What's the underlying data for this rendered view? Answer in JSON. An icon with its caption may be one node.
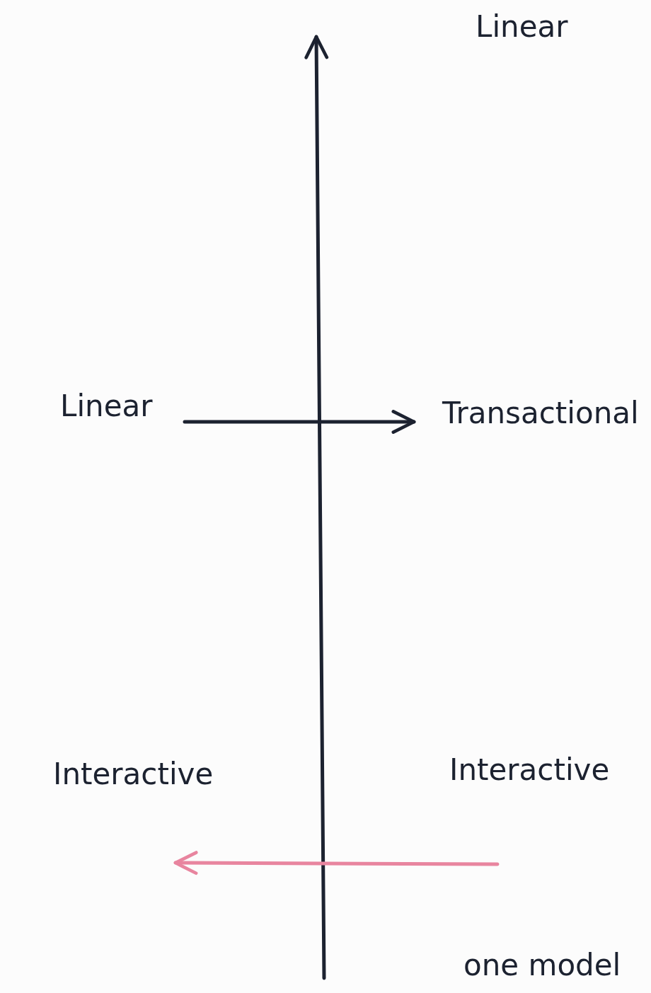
{
  "diagram": {
    "nodes": [
      {
        "text": [
          "Linear"
        ]
      },
      {
        "text": [
          "Linear"
        ]
      },
      {
        "text": [
          "Transactional"
        ]
      },
      {
        "text": [
          "Interactive"
        ]
      },
      {
        "text": [
          "Interactive"
        ]
      },
      {
        "text": [
          "one model"
        ]
      }
    ],
    "edges": [
      {
        "from": 1,
        "to": 2,
        "arrow": "to"
      }
    ]
  }
}
